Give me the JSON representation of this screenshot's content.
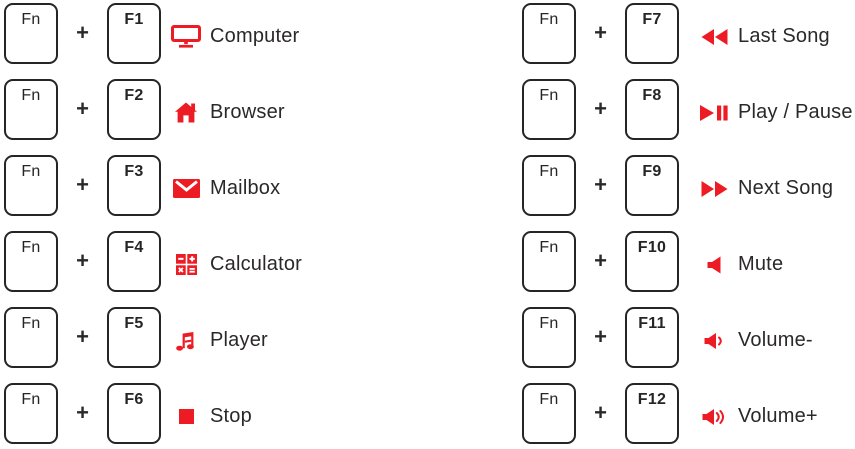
{
  "diagram": {
    "plus": "+",
    "colors": {
      "accent_red": "#ed1c24",
      "text": "#2b2828",
      "key_border": "#262424",
      "background": "#ffffff"
    },
    "columns": {
      "left": {
        "rows": [
          {
            "modifier": "Fn",
            "key": "F1",
            "icon": "computer-icon",
            "label": "Computer"
          },
          {
            "modifier": "Fn",
            "key": "F2",
            "icon": "home-icon",
            "label": "Browser"
          },
          {
            "modifier": "Fn",
            "key": "F3",
            "icon": "mail-icon",
            "label": "Mailbox"
          },
          {
            "modifier": "Fn",
            "key": "F4",
            "icon": "calculator-icon",
            "label": "Calculator"
          },
          {
            "modifier": "Fn",
            "key": "F5",
            "icon": "music-note-icon",
            "label": "Player"
          },
          {
            "modifier": "Fn",
            "key": "F6",
            "icon": "stop-icon",
            "label": "Stop"
          }
        ]
      },
      "right": {
        "rows": [
          {
            "modifier": "Fn",
            "key": "F7",
            "icon": "rewind-icon",
            "label": "Last Song"
          },
          {
            "modifier": "Fn",
            "key": "F8",
            "icon": "play-pause-icon",
            "label": "Play / Pause"
          },
          {
            "modifier": "Fn",
            "key": "F9",
            "icon": "fast-forward-icon",
            "label": "Next Song"
          },
          {
            "modifier": "Fn",
            "key": "F10",
            "icon": "speaker-mute-icon",
            "label": "Mute"
          },
          {
            "modifier": "Fn",
            "key": "F11",
            "icon": "volume-down-icon",
            "label": "Volume-"
          },
          {
            "modifier": "Fn",
            "key": "F12",
            "icon": "volume-up-icon",
            "label": "Volume+"
          }
        ]
      }
    }
  }
}
